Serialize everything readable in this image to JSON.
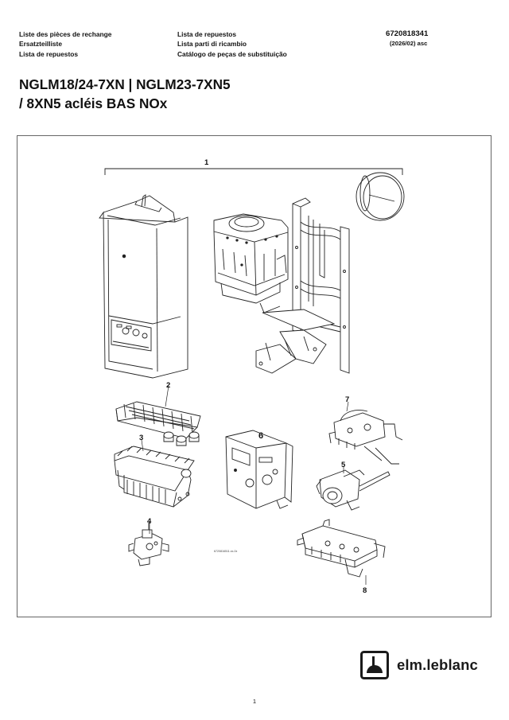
{
  "header": {
    "col1": [
      "Liste des pièces de rechange",
      "Ersatzteilliste",
      "Lista de repuestos"
    ],
    "col2": [
      "Lista de repuestos",
      "Lista parti di ricambio",
      "Catálogo de peças de substituição"
    ],
    "document_number": "6720818341",
    "revision": "(2026/02) asc"
  },
  "title": {
    "line1": "NGLM18/24-7XN | NGLM23-7XN5",
    "line2": "/ 8XN5 acléis BAS NOx"
  },
  "diagram": {
    "callouts": [
      "1",
      "2",
      "3",
      "4",
      "5",
      "6",
      "7",
      "8"
    ],
    "drawing_code": "6720816511.xx-0x"
  },
  "footer": {
    "brand": "elm.leblanc",
    "page": "1"
  }
}
